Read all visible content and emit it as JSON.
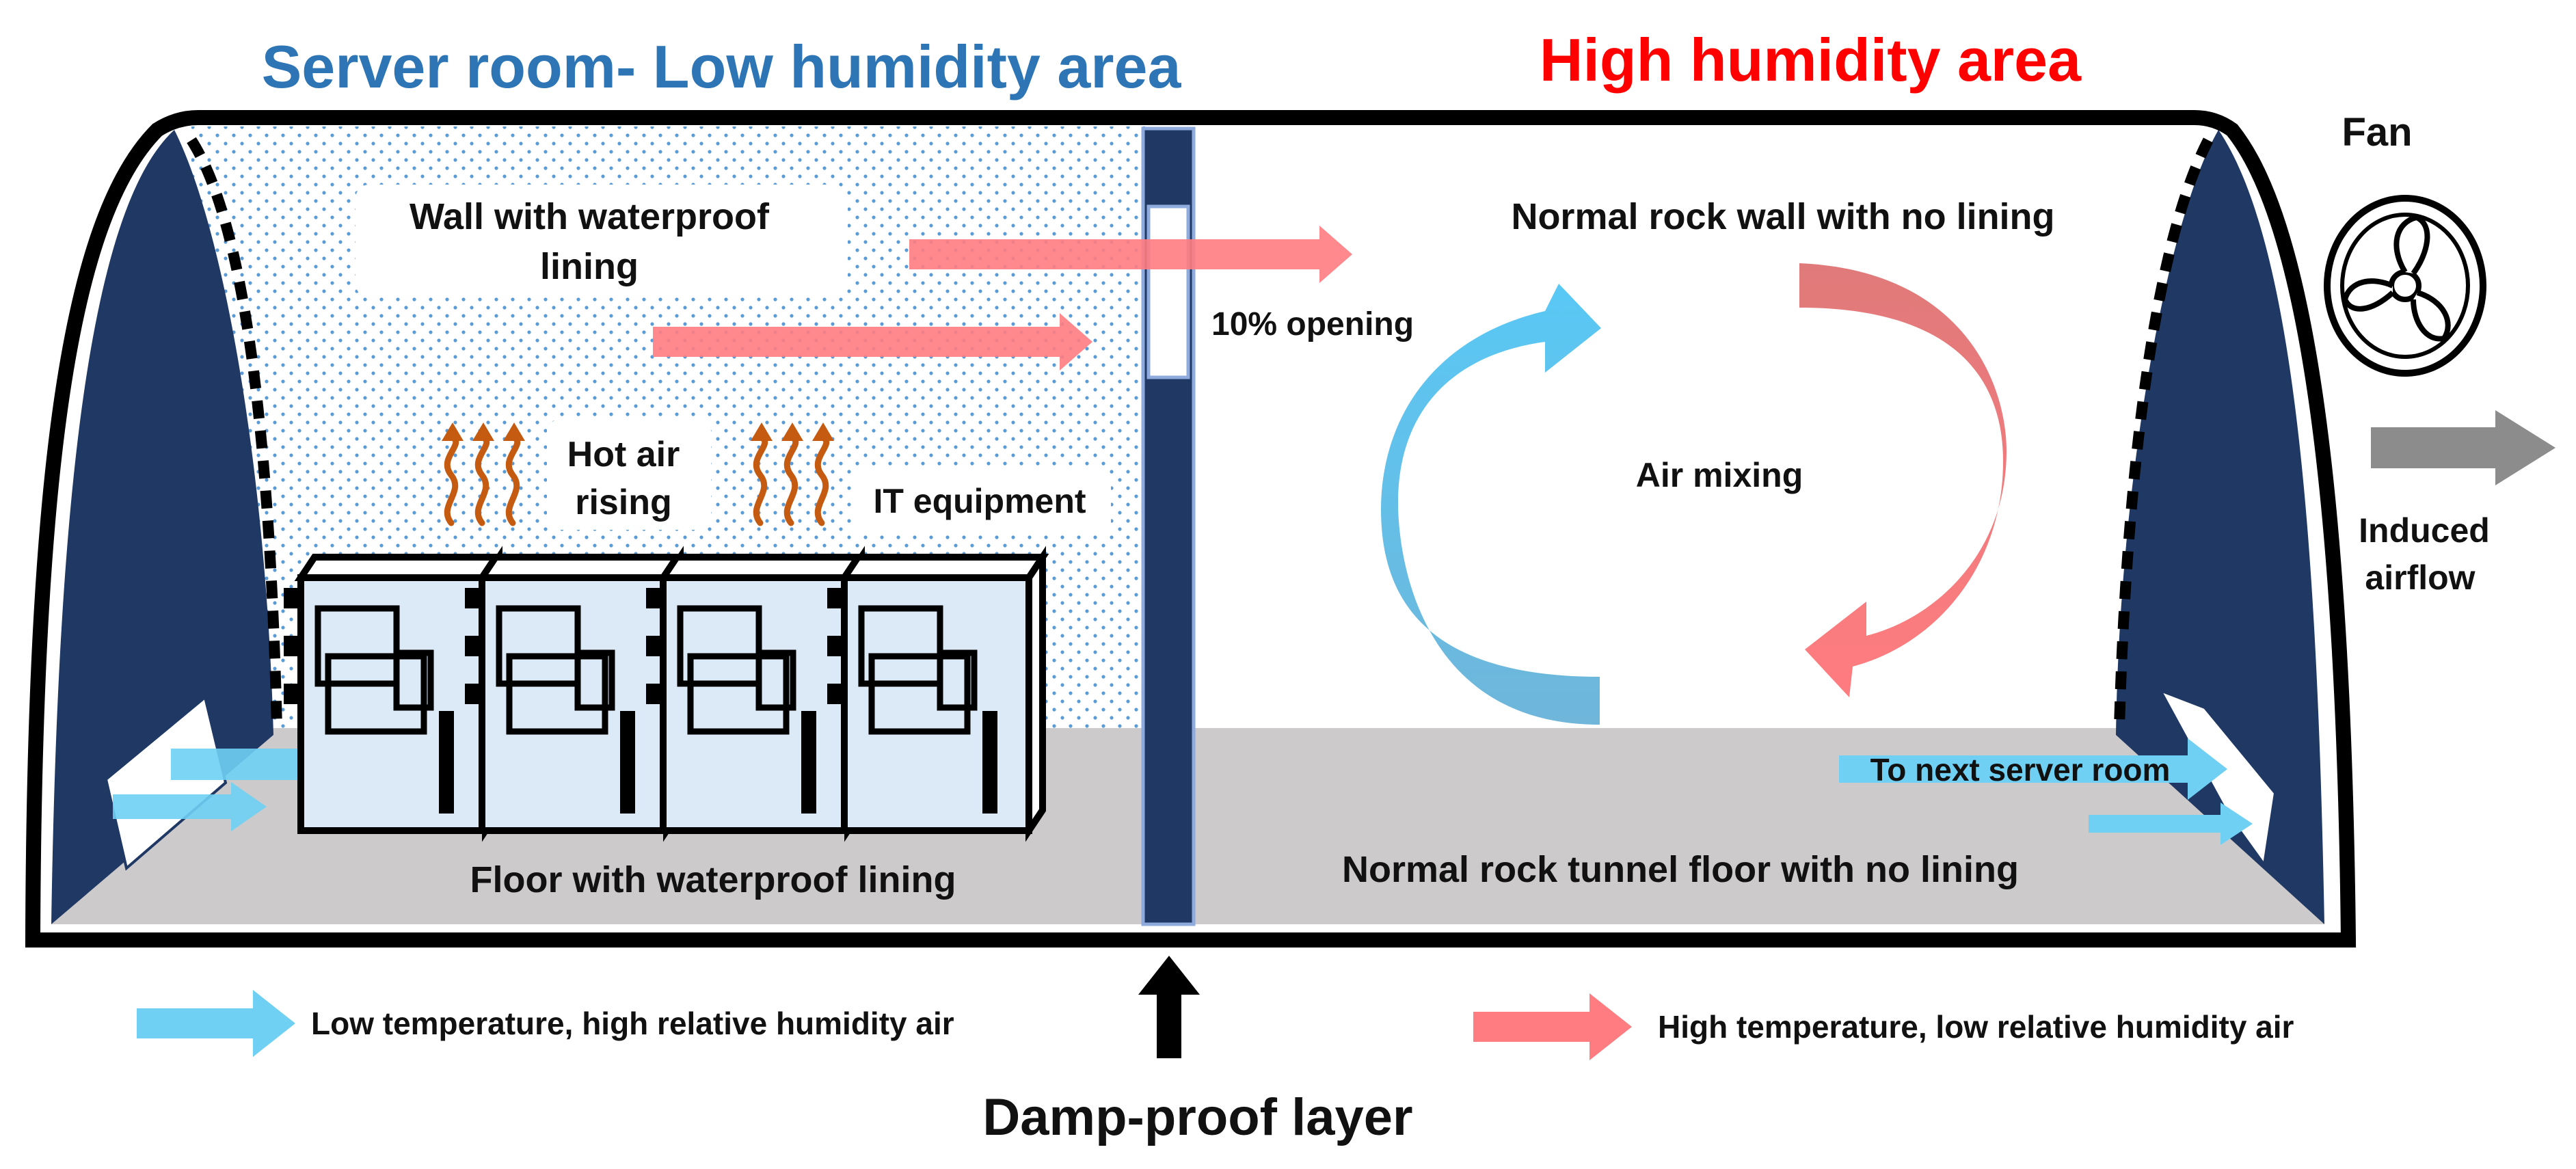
{
  "titles": {
    "server_room": "Server room- Low humidity area",
    "high_humidity": "High humidity area"
  },
  "labels": {
    "wall_lining_line1": "Wall with waterproof",
    "wall_lining_line2": "lining",
    "hot_air_line1": "Hot air",
    "hot_air_line2": "rising",
    "it_equipment": "IT equipment",
    "floor_lining": "Floor with waterproof lining",
    "opening": "10% opening",
    "rock_wall": "Normal rock wall with no lining",
    "air_mixing": "Air mixing",
    "next_room": "To next server room",
    "rock_floor": "Normal rock tunnel floor with no lining",
    "fan": "Fan",
    "induced_line1": "Induced",
    "induced_line2": "airflow",
    "damp_proof": "Damp-proof layer"
  },
  "legend": {
    "cold_air": "Low temperature, high relative humidity air",
    "hot_air": "High temperature, low relative humidity air"
  },
  "colors": {
    "title_blue": "#2e75b6",
    "title_red": "#ff0000",
    "navy": "#1f3864",
    "cold_arrow": "#6fd0f4",
    "hot_arrow": "#ff7c80",
    "floor_gray": "#cccaca",
    "fan_arrow": "#8c8c8c",
    "heat_wave": "#c55a11",
    "server_fill": "#dce9f6"
  },
  "icons": {
    "fan": "fan-icon",
    "heat": "heat-wave-icon",
    "server": "server-rack-icon"
  }
}
